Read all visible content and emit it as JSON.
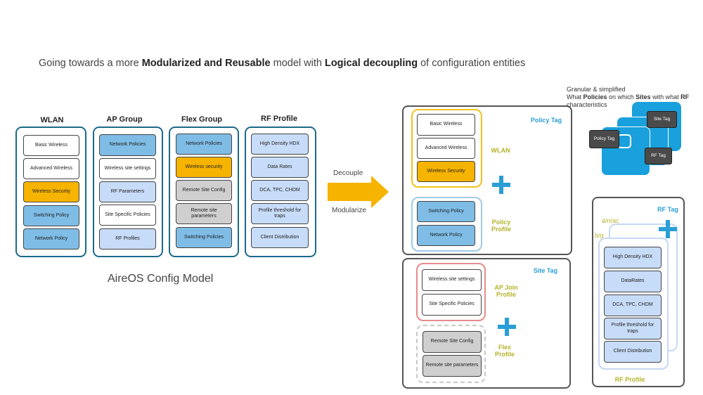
{
  "headline": {
    "p1": "Going towards a more ",
    "b1": "Modularized and Reusable",
    "p2": " model with ",
    "b2": "Logical decoupling",
    "p3": " of configuration entities"
  },
  "aireos": {
    "caption": "AireOS Config Model",
    "columns": [
      {
        "title": "WLAN",
        "items": [
          "Basic Wireless",
          "Advanced Wireless",
          "Wireless Security",
          "Switching Policy",
          "Network Policy"
        ]
      },
      {
        "title": "AP Group",
        "items": [
          "Network Policies",
          "Wireless site settings",
          "RF Parameters",
          "Site Specific Policies",
          "RF Profiles"
        ]
      },
      {
        "title": "Flex Group",
        "items": [
          "Network Policies",
          "Wireless security",
          "Remote Site Config",
          "Remote site parameters",
          "Switching Policies"
        ]
      },
      {
        "title": "RF Profile",
        "items": [
          "High Density HDX",
          "Data Rates",
          "DCA, TPC, CHDM",
          "Profile threshold for traps",
          "Client Distribution"
        ]
      }
    ]
  },
  "arrow": {
    "top_label": "Decouple",
    "bottom_label": "Modularize"
  },
  "policy_tag": {
    "label": "Policy Tag",
    "wlan_label": "WLAN",
    "wlan_items": [
      "Basic Wireless",
      "Advanced Wireless",
      "Wireless Security"
    ],
    "policy_profile_label": "Policy Profile",
    "policy_profile_items": [
      "Switching Policy",
      "Network Policy"
    ]
  },
  "site_tag": {
    "label": "Site Tag",
    "ap_join_label": "AP Join Profile",
    "ap_join_items": [
      "Wireless site settings",
      "Site Specific Policies"
    ],
    "flex_label": "Flex Profile",
    "flex_items": [
      "Remote Site Config",
      "Remote site parameters"
    ]
  },
  "rf_tag": {
    "label": "RF Tag",
    "profile_label": "RF Profile",
    "band_a": "a/n/ac",
    "band_b": "b/g",
    "items": [
      "High Density HDX",
      "DataRates",
      "DCA, TPC, CHDM",
      "Profile threshold for traps",
      "Client Distribution"
    ]
  },
  "granular": {
    "l1": "Granular & simplified",
    "l2a": "What ",
    "l2b": "Policies",
    "l2c": " on which ",
    "l2d": "Sites",
    "l2e": " with what ",
    "l2f": "RF",
    "l3": "characteristics",
    "cards": [
      "Site Tag",
      "Policy Tag",
      "RF Tag"
    ]
  },
  "colors": {
    "frame_blue": "#1a6a8a",
    "gold": "#f6b300",
    "accent_blue": "#2a9ed6",
    "olive": "#b5b32a",
    "box_blue": "#7fbde6",
    "box_lightblue": "#c7dcf8"
  }
}
